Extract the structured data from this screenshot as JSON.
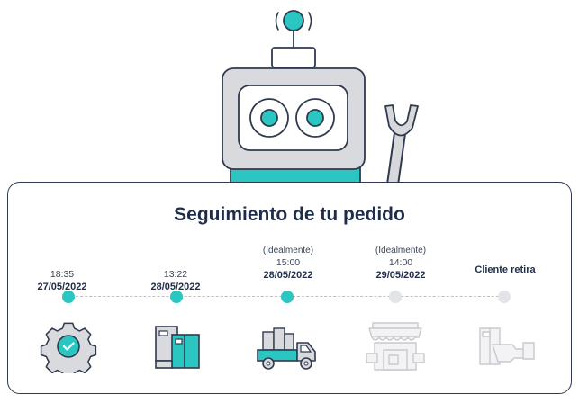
{
  "header": {
    "mascot_icon": "robot-mascot-icon"
  },
  "tracking": {
    "title": "Seguimiento de tu pedido",
    "steps": [
      {
        "label": "",
        "time": "18:35",
        "date": "27/05/2022",
        "status": "done",
        "icon": "gear-check-icon"
      },
      {
        "label": "",
        "time": "13:22",
        "date": "28/05/2022",
        "status": "done",
        "icon": "packages-icon"
      },
      {
        "label": "(Idealmente)",
        "time": "15:00",
        "date": "28/05/2022",
        "status": "done",
        "icon": "delivery-truck-icon"
      },
      {
        "label": "(Idealmente)",
        "time": "14:00",
        "date": "29/05/2022",
        "status": "pending",
        "icon": "store-icon"
      },
      {
        "label": "",
        "time": "",
        "date": "Cliente retira",
        "status": "pending",
        "icon": "hand-package-icon"
      }
    ]
  },
  "colors": {
    "accent": "#2bc6c1",
    "dark": "#1f2d4a",
    "pending": "#e3e4e7"
  }
}
